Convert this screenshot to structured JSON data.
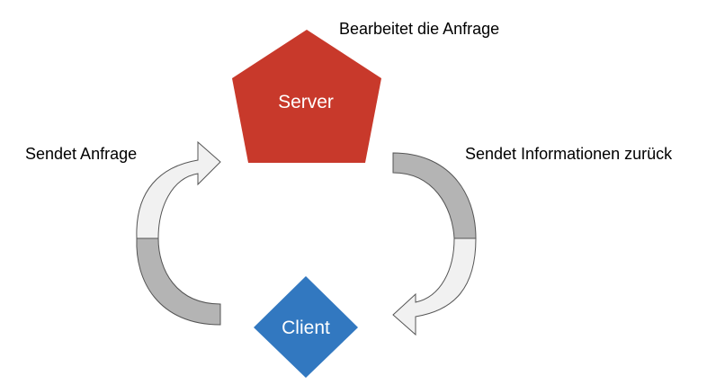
{
  "colors": {
    "server_fill": "#c8392b",
    "client_fill": "#3278c0",
    "arrow_light": "#f1f1f1",
    "arrow_dark": "#b4b4b4",
    "arrow_stroke": "#555555",
    "shape_text": "#ffffff"
  },
  "nodes": {
    "server": {
      "label": "Server",
      "shape": "pentagon"
    },
    "client": {
      "label": "Client",
      "shape": "diamond"
    }
  },
  "captions": {
    "process": "Bearbeitet die Anfrage",
    "request": "Sendet Anfrage",
    "response": "Sendet Informationen zurück"
  }
}
